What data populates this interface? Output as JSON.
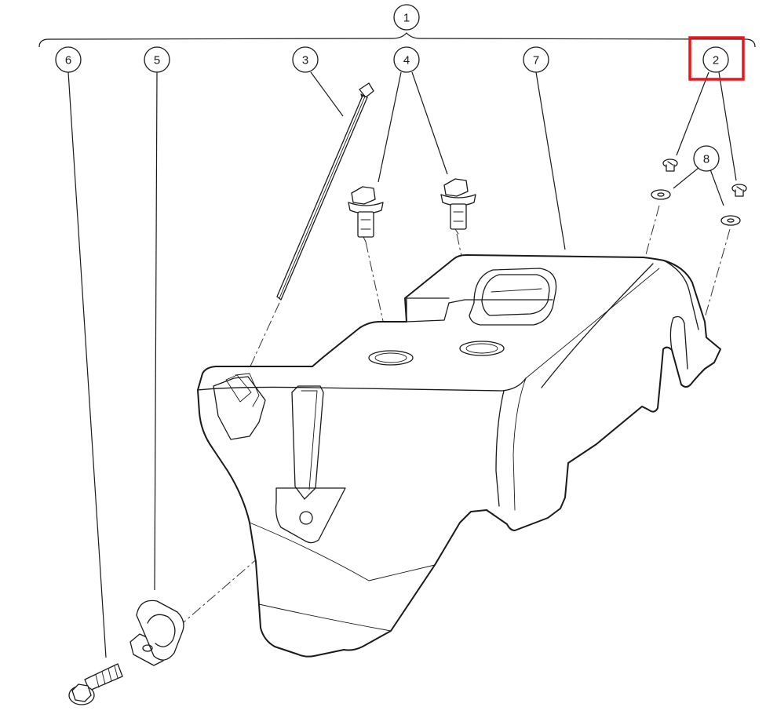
{
  "callouts": [
    {
      "id": "c1",
      "label": "1"
    },
    {
      "id": "c6",
      "label": "6"
    },
    {
      "id": "c5",
      "label": "5"
    },
    {
      "id": "c3",
      "label": "3"
    },
    {
      "id": "c4",
      "label": "4"
    },
    {
      "id": "c7",
      "label": "7"
    },
    {
      "id": "c2",
      "label": "2",
      "highlighted": true
    },
    {
      "id": "c8",
      "label": "8"
    }
  ],
  "colors": {
    "line": "#1a1a1a",
    "highlight": "#e8161b",
    "background": "#ffffff"
  }
}
